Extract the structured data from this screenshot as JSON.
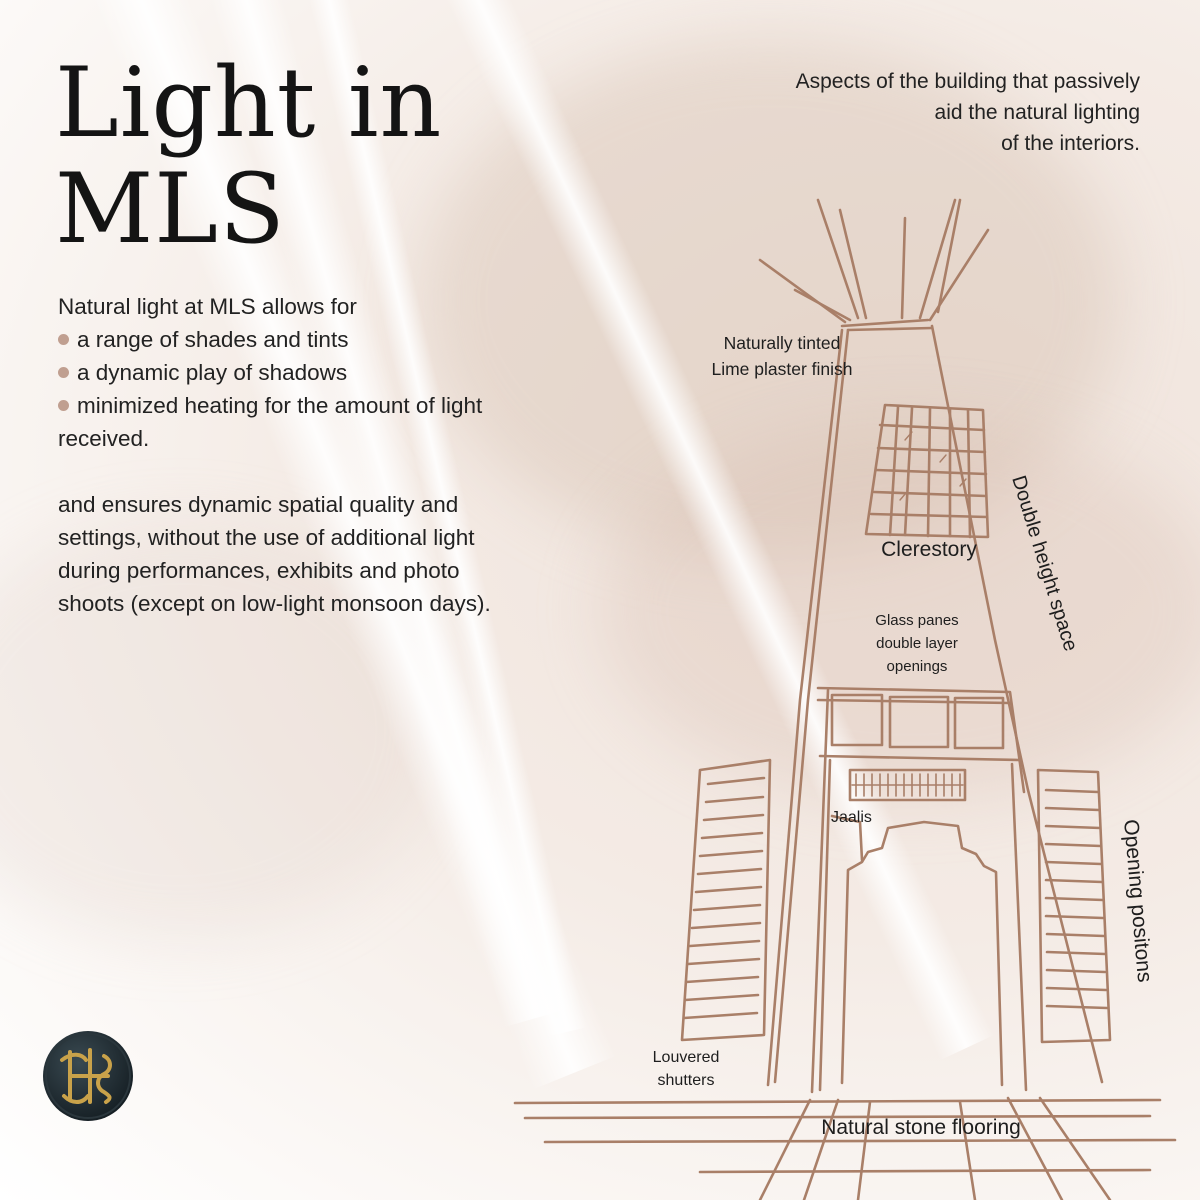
{
  "title": {
    "line1": "Light in",
    "line2": "MLS"
  },
  "intro": {
    "line1": "Aspects of the building that passively",
    "line2": "aid the natural lighting",
    "line3": "of the interiors."
  },
  "body": {
    "lead": "Natural light at MLS allows for",
    "bullets": [
      "a range of shades and tints",
      "a dynamic play of shadows",
      "minimized heating for the amount of light"
    ],
    "continuation": "received.",
    "paragraph_lines": [
      "and ensures dynamic spatial quality and",
      "settings, without the use of additional light",
      "during performances, exhibits and photo",
      "shoots (except on low-light monsoon days)."
    ]
  },
  "diagram_labels": {
    "lime_line1": "Naturally tinted",
    "lime_line2": "Lime plaster finish",
    "clerestory": "Clerestory",
    "glass_line1": "Glass panes",
    "glass_line2": "double layer",
    "glass_line3": "openings",
    "double_height": "Double height space",
    "jaalis": "Jaalis",
    "opening_positions": "Opening positons",
    "louvered_line1": "Louvered",
    "louvered_line2": "shutters",
    "flooring": "Natural stone flooring"
  },
  "colors": {
    "sketch": "#a97f68",
    "dot": "#b28a78",
    "text": "#222222",
    "logo_gold": "#c9a24a"
  },
  "logo": {
    "icon": "monogram-seal-icon"
  }
}
